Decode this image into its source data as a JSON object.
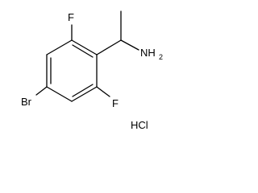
{
  "molecule": {
    "atoms": {
      "f_top": "F",
      "f_bottom": "F",
      "br": "Br",
      "nh2": "NH",
      "nh2_sub": "2",
      "salt": "HCl"
    }
  }
}
